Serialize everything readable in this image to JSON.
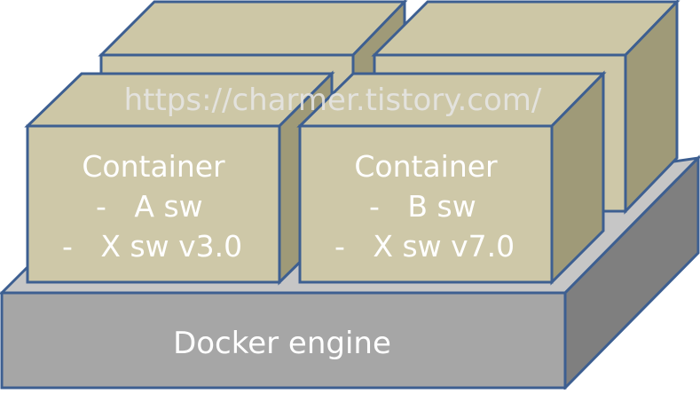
{
  "watermark": "https://charmer.tistory.com/",
  "engine": {
    "label": "Docker engine"
  },
  "containers": [
    {
      "title": "Container",
      "lines": [
        "-   A sw",
        "-   X sw v3.0"
      ]
    },
    {
      "title": "Container",
      "lines": [
        "-   B sw",
        "-   X sw v7.0"
      ]
    }
  ],
  "colors": {
    "box_face": "#cec8a8",
    "box_top": "#cdc7a6",
    "box_side": "#9f9a78",
    "outline": "#3d5f91",
    "engine_front": "#a6a6a6",
    "engine_top": "#c6c6c6",
    "engine_side": "#7f7f7f",
    "text": "#ffffff",
    "watermark": "#e6e6e6"
  }
}
